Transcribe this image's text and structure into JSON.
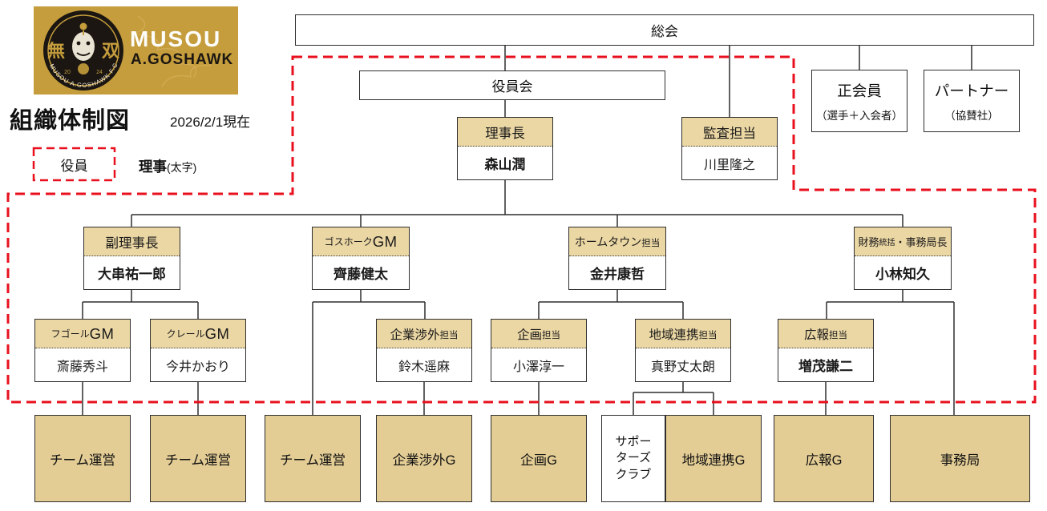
{
  "meta": {
    "title": "組織体制図",
    "date": "2026/2/1現在"
  },
  "legend": {
    "officer": "役員",
    "director": "理事",
    "director_note": "(太字)"
  },
  "logo": {
    "kanji_left": "無",
    "kanji_right": "双",
    "year_left": "20",
    "year_right": "24",
    "arc_text": "MUSOU A.GOSHAWK F.C",
    "line1": "MUSOU",
    "line2": "A.GOSHAWK",
    "gold": "#c59d3c"
  },
  "colors": {
    "header_fill": "#ebd7a4",
    "box_fill": "#e4cd95",
    "line": "#2e2e2e",
    "red": "#e8101e"
  },
  "nodes": {
    "soukai": {
      "label": "総会"
    },
    "yakuinkai": {
      "label": "役員会"
    },
    "rijicho": {
      "title": "理事長",
      "name": "森山潤"
    },
    "kansa": {
      "title": "監査担当",
      "name": "川里隆之"
    },
    "seikaiin": {
      "label": "正会員",
      "sub": "（選手＋入会者）"
    },
    "partner": {
      "label": "パートナー",
      "sub": "（協賛社）"
    },
    "fuku_rijicho": {
      "title": "副理事長",
      "name": "大串祐一郎"
    },
    "goshawk_gm": {
      "title_main": "ゴスホーク",
      "title_suffix": "GM",
      "name": "齊藤健太"
    },
    "hometown": {
      "title_main": "ホームタウン",
      "title_suffix": "担当",
      "name": "金井康哲"
    },
    "zaimu": {
      "title_a": "財務",
      "title_b": "統括",
      "title_c": "・事務局長",
      "name": "小林知久"
    },
    "fugoal_gm": {
      "title_main": "フゴール",
      "title_suffix": "GM",
      "name": "斎藤秀斗"
    },
    "clair_gm": {
      "title_main": "クレール",
      "title_suffix": "GM",
      "name": "今井かおり"
    },
    "kigyo": {
      "title_main": "企業渉外",
      "title_suffix": "担当",
      "name": "鈴木遥麻"
    },
    "kikaku": {
      "title_main": "企画",
      "title_suffix": "担当",
      "name": "小澤淳一"
    },
    "chiiki": {
      "title_main": "地域連携",
      "title_suffix": "担当",
      "name": "真野丈太朗"
    },
    "koho": {
      "title_main": "広報",
      "title_suffix": "担当",
      "name": "増茂謙二"
    }
  },
  "bottom": [
    {
      "label": "チーム運営"
    },
    {
      "label": "チーム運営"
    },
    {
      "label": "チーム運営"
    },
    {
      "label": "企業渉外G"
    },
    {
      "label": "企画G"
    },
    {
      "lines": [
        "サポー",
        "ターズ",
        "クラブ"
      ]
    },
    {
      "label": "地域連携G"
    },
    {
      "label": "広報G"
    },
    {
      "label": "事務局"
    }
  ]
}
